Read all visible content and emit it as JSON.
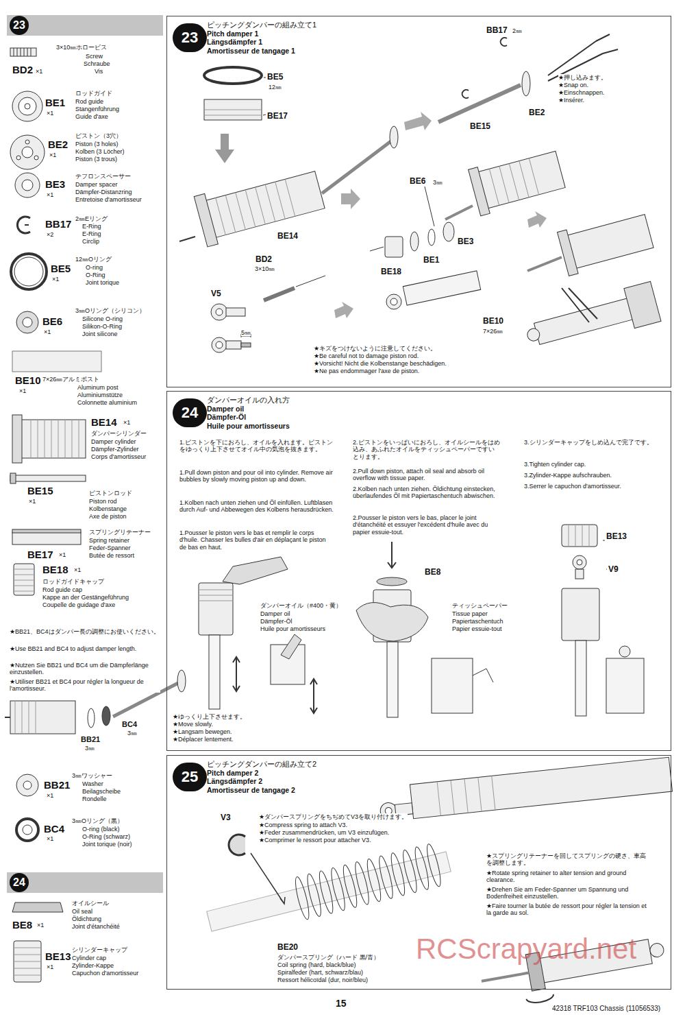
{
  "diagram": {
    "nodes": [
      {
        "text": [
          "23"
        ]
      },
      {
        "text": [
          "ピッチングダンパーの組み立て1",
          "Pitch damper 1",
          "Längsdämpfer 1",
          "Amortisseur de tangage 1"
        ]
      },
      {
        "text": [
          "23"
        ],
        "in": 1
      },
      {
        "text": [
          "ダンパーオイルの入れ方",
          "Damper oil",
          "Dämpfer-Öl",
          "Huile pour amortisseurs"
        ]
      },
      {
        "text": [
          "24"
        ],
        "in": 3
      },
      {
        "text": [
          "ピッチングダンパーの組み立て2",
          "Pitch damper 2",
          "Längsdämpfer 2",
          "Amortisseur de tangage 2"
        ]
      },
      {
        "text": [
          "25"
        ],
        "in": 5
      },
      {
        "text": [
          "24"
        ]
      }
    ],
    "labels": [
      "3×10㎜ホロービス",
      "Screw",
      "Schraube",
      "Vis",
      "BD2",
      "×1",
      "ロッドガイド",
      "Rod guide",
      "Stangenführung",
      "Guide d'axe",
      "BE1",
      "×1",
      "ピストン（3穴）",
      "Piston (3 holes)",
      "Kolben (3 Löcher)",
      "Piston (3 trous)",
      "BE2",
      "×1",
      "テフロンスペーサー",
      "Damper spacer",
      "Dämpfer-Distanzring",
      "Entretoise d'amortisseur",
      "BE3",
      "×1",
      "2㎜Eリング",
      "E-Ring",
      "E-Ring",
      "Circlip",
      "BB17",
      "×2",
      "12㎜Oリング",
      "O-ring",
      "O-Ring",
      "Joint torique",
      "BE5",
      "×1",
      "3㎜Oリング（シリコン）",
      "Silicone O-ring",
      "Silikon-O-Ring",
      "Joint silicone",
      "BE6",
      "×1",
      "BE10",
      "×1",
      "7×26㎜アルミポスト",
      "Aluminum post",
      "Aluminiumstütze",
      "Colonnette aluminium",
      "BE14",
      "×1",
      "ダンパーシリンダー",
      "Damper cylinder",
      "Dämpfer-Zylinder",
      "Corps d'amortisseur",
      "BE15",
      "×1",
      "ピストンロッド",
      "Piston rod",
      "Kolbenstange",
      "Axe de piston",
      "BE17",
      "×1",
      "スプリングリテーナー",
      "Spring retainer",
      "Feder-Spanner",
      "Butée de ressort",
      "BE18",
      "×1",
      "ロッドガイドキャップ",
      "Rod guide cap",
      "Kappe an der Gestängeführung",
      "Coupelle de guidage d'axe",
      "★BB21、BC4はダンパー長の調整にお使いください。",
      "★Use BB21 and BC4 to adjust damper length.",
      "★Nutzen Sie BB21 und BC4 um die Dämpferlänge einzustellen.",
      "★Utiliser BB21 et BC4 pour régler la longueur de l'amortisseur.",
      "BB21",
      "3㎜",
      "BC4",
      "3㎜",
      "3㎜ワッシャー",
      "Washer",
      "Beilagscheibe",
      "Rondelle",
      "BB21",
      "×1",
      "3㎜Oリング（黒）",
      "O-ring (black)",
      "O-Ring (schwarz)",
      "Joint torique (noir)",
      "BC4",
      "×1",
      "オイルシール",
      "Oil seal",
      "Öldichtung",
      "Joint d'étanchéité",
      "BE8",
      "×1",
      "シリンダーキャップ",
      "Cylinder cap",
      "Zylinder-Kappe",
      "Capuchon d'amortisseur",
      "BE13",
      "×1",
      "BE5",
      "12㎜",
      "BE17",
      "BE14",
      "BD2",
      "3×10㎜",
      "V5",
      "5㎜",
      "BB17",
      "2㎜",
      "BE15",
      "BE2",
      "★押し込みます。",
      "★Snap on.",
      "★Einschnappen.",
      "★Insérer.",
      "BE6",
      "3㎜",
      "BE3",
      "BE1",
      "BE18",
      "BE10",
      "7×26㎜",
      "★キズをつけないように注意してください。",
      "★Be careful not to damage piston rod.",
      "★Vorsicht! Nicht die Kolbenstange beschädigen.",
      "★Ne pas endommager l'axe de piston.",
      "1.ピストンを下におろし、オイルを入れます。ピストンをゆっくり上下させてオイル中の気泡を抜きます。",
      "1.Pull down piston and pour oil into cylinder. Remove air bubbles by slowly moving piston up and down.",
      "1.Kolben nach unten ziehen und Öl einfüllen. Luftblasen durch Auf- und Abbewegen des Kolbens herausdrücken.",
      "1.Pousser le piston vers le bas et remplir le corps d'huile. Chasser les bulles d'air en déplaçant le piston de bas en haut.",
      "2.ピストンをいっぱいにおろし、オイルシールをはめ込み、あふれたオイルをティッシュペーパーですいとります。",
      "2.Pull down piston, attach oil seal and absorb oil overflow with tissue paper.",
      "2.Kolben nach unten ziehen. Öldichtung einstecken, überlaufendes Öl mit Papiertaschentuch abwischen.",
      "2.Pousser le piston vers le bas, placer le joint d'étanchéité et essuyer l'excédent d'huile avec du papier essuie-tout.",
      "3.シリンダーキャップをしめ込んで完了です。",
      "3.Tighten cylinder cap.",
      "3.Zylinder-Kappe aufschrauben.",
      "3.Serrer le capuchon d'amortisseur.",
      "ダンパーオイル（#400・黄）",
      "Damper oil",
      "Dämpfer-Öl",
      "Huile pour amortisseurs",
      "BE8",
      "ティッシュペーパー",
      "Tissue paper",
      "Papiertaschentuch",
      "Papier essuie-tout",
      "BE13",
      "V9",
      "★ゆっくり上下させます。",
      "★Move slowly.",
      "★Langsam bewegen.",
      "★Déplacer lentement.",
      "V3",
      "★ダンパースプリングをちぢめてV3を取り付けます。",
      "★Compress spring to attach V3.",
      "★Feder zusammendrücken, um V3 einzufügen.",
      "★Comprimer le ressort pour attacher V3.",
      "★スプリングリテーナーを回してスプリングの硬さ、車高を調整します。",
      "★Rotate spring retainer to alter tension and ground clearance.",
      "★Drehen Sie am Feder-Spanner um Spannung und Bodenfreiheit einzustellen.",
      "★Faire tourner la butée de ressort pour régler la tension et la garde au sol.",
      "BE20",
      "ダンパースプリング（ハード 黒/青）",
      "Coil spring (hard, black/blue)",
      "Spiralfeder (hart, schwarz/blau)",
      "Ressort hélicoïdal (dur, noir/bleu)",
      "15",
      "42318 TRF103 Chassis (11056533)",
      "RCScrapyard.net"
    ]
  }
}
